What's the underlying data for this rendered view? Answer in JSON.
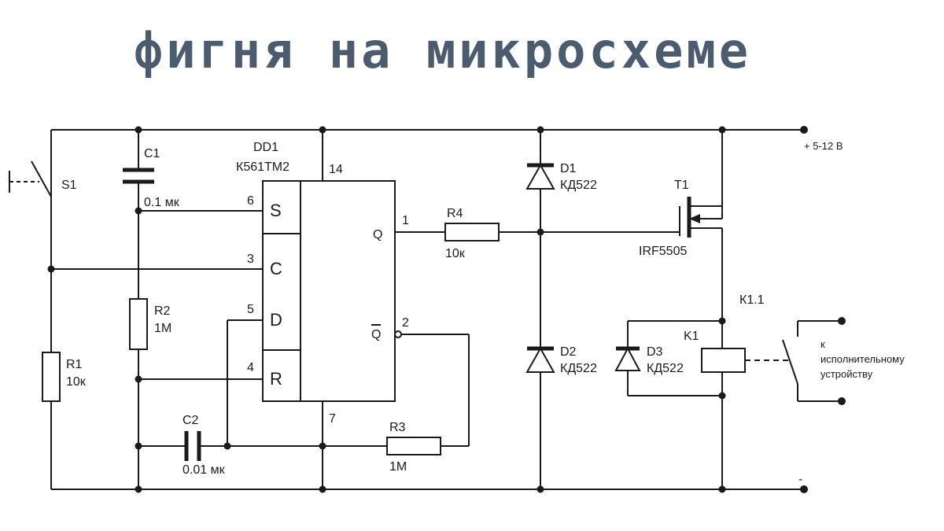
{
  "title": "фигня на микросхеме",
  "title_color": "#4a5c6e",
  "wire_color": "#1a1a1a",
  "chip": {
    "ref": "DD1",
    "part": "К561ТМ2",
    "pins": {
      "vdd": "14",
      "s": "6",
      "c": "3",
      "d": "5",
      "r": "4",
      "q": "1",
      "qbar": "2",
      "gnd": "7"
    },
    "labels": {
      "s": "S",
      "c": "C",
      "d": "D",
      "r": "R",
      "q": "Q",
      "qbar": "Q"
    }
  },
  "components": {
    "s1": {
      "ref": "S1"
    },
    "c1": {
      "ref": "C1",
      "value": "0.1 мк"
    },
    "r1": {
      "ref": "R1",
      "value": "10к"
    },
    "r2": {
      "ref": "R2",
      "value": "1М"
    },
    "c2": {
      "ref": "C2",
      "value": "0.01 мк"
    },
    "r3": {
      "ref": "R3",
      "value": "1М"
    },
    "r4": {
      "ref": "R4",
      "value": "10к"
    },
    "d1": {
      "ref": "D1",
      "part": "КД522"
    },
    "d2": {
      "ref": "D2",
      "part": "КД522"
    },
    "d3": {
      "ref": "D3",
      "part": "КД522"
    },
    "t1": {
      "ref": "T1",
      "part": "IRF5505"
    },
    "k1": {
      "ref": "K1"
    },
    "k11": {
      "ref": "К1.1"
    }
  },
  "power": {
    "plus": "+ 5-12 В",
    "minus": "-"
  },
  "load": {
    "line1": "к",
    "line2": "исполнительному",
    "line3": "устройству"
  }
}
